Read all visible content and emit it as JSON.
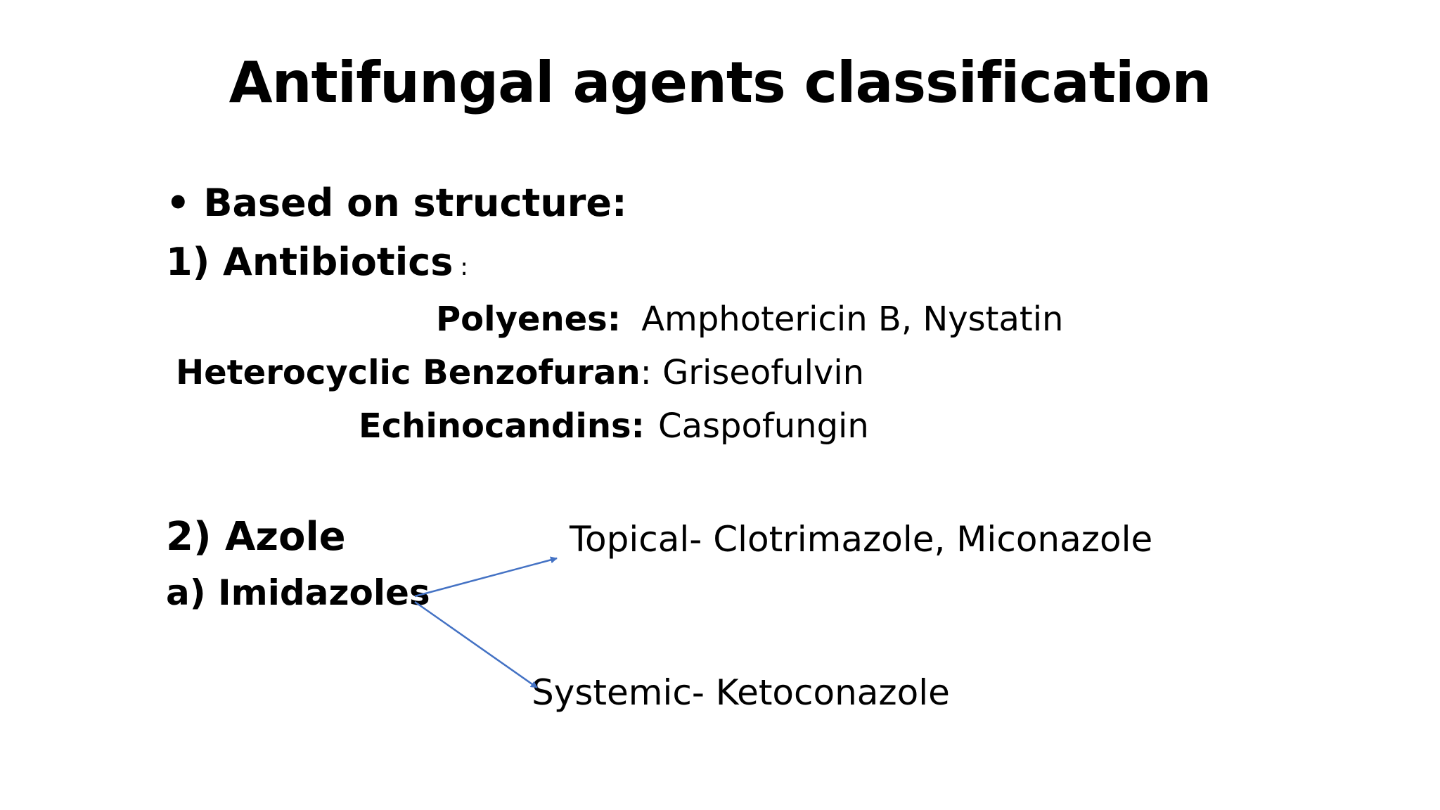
{
  "slide": {
    "title": "Antifungal agents classification",
    "structure_heading": "• Based on structure:",
    "antibiotics": {
      "heading": "1) Antibiotics",
      "colon": ":",
      "polyenes": {
        "label": "Polyenes:",
        "value": "Amphotericin B, Nystatin"
      },
      "benzofuran": {
        "label": "Heterocyclic Benzofuran",
        "value": ": Griseofulvin"
      },
      "echinocandins": {
        "label": "Echinocandins:",
        "value": "Caspofungin"
      }
    },
    "azole": {
      "heading": "2) Azole",
      "imidazoles_heading": "a) Imidazoles",
      "topical": "Topical- Clotrimazole, Miconazole",
      "systemic": "Systemic- Ketoconazole"
    },
    "colors": {
      "background": "#ffffff",
      "text": "#000000",
      "arrow": "#4472c4"
    }
  }
}
